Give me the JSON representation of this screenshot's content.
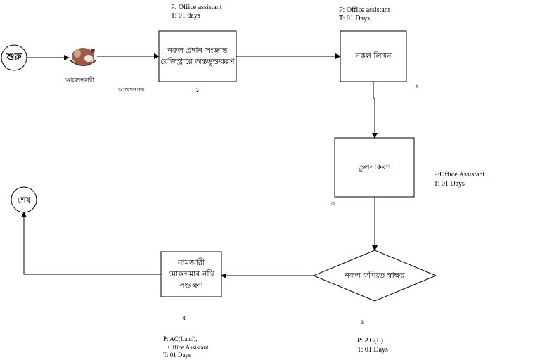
{
  "nodes": {
    "start": "শুরু",
    "end": "শেষ",
    "step1": "নকল প্রদান সংক্রান্ত রেজিস্ট্রারে অন্তভুক্তকরণ",
    "step2": "নকল লিখন",
    "step3": "তুলনাকরণ",
    "step4": "নকল কপিতে স্বাক্ষর",
    "step5": "নামজারী মোকদ্দমার নথি সংরক্ষণ"
  },
  "labels": {
    "applicant": "আবেদনকারী",
    "application": "আবেদনপত্র",
    "step1_p": "P:  Office assistant",
    "step1_t": "T:  01 days",
    "step2_p": "P: Office assistant",
    "step2_t": "T: 01 Days",
    "step3_p": "P:Office Assistant",
    "step3_t": "T:  01 Days",
    "step4_p": "P: AC(L)",
    "step4_t": "T:  01 Days",
    "step5_p": "P:  AC(Land),",
    "step5_p2": "Office Assistant",
    "step5_t": "T:  01 Days"
  },
  "numbers": {
    "n1": "১",
    "n2": "২",
    "n3": "৩",
    "n4": "৪",
    "n5": "৫"
  }
}
